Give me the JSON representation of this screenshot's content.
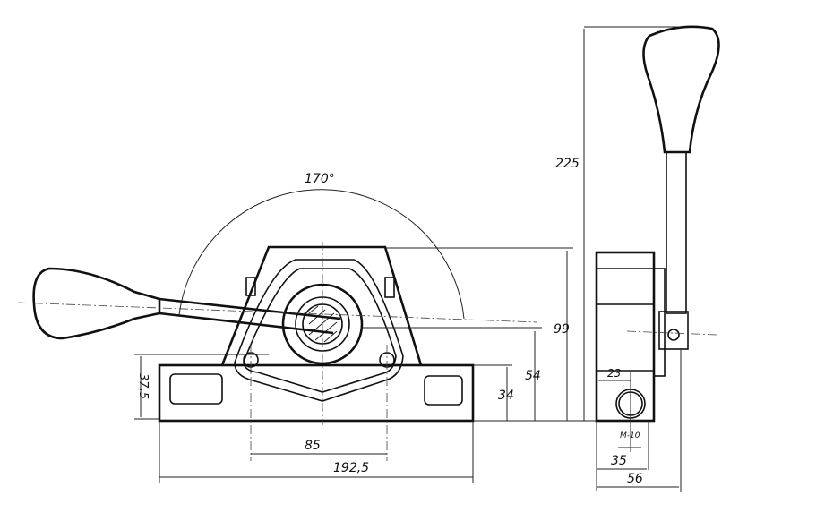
{
  "front_view": {
    "angle": "170°",
    "height_99": "99",
    "height_54": "54",
    "height_34": "34",
    "base_height": "37,5",
    "hole_spacing": "85",
    "base_length": "192,5"
  },
  "side_view": {
    "total_height": "225",
    "port_offset": "23",
    "thread": "M-10",
    "body_width": "35",
    "overall_width": "56"
  }
}
